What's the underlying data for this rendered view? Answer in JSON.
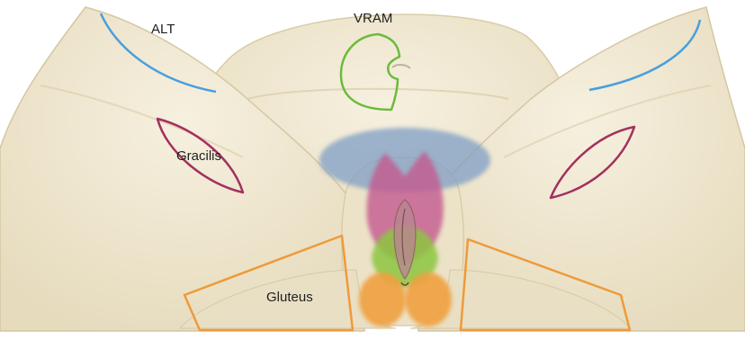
{
  "labels": {
    "alt": "ALT",
    "vram": "VRAM",
    "gracilis": "Gracilis",
    "gluteus": "Gluteus"
  },
  "colors": {
    "background": "#ffffff",
    "skin": "#efe7d1",
    "skin_shadow": "#d8cba7",
    "alt_outline": "#4a9fdc",
    "vram_outline": "#6cbb3c",
    "gracilis_outline": "#a3305f",
    "gluteus_outline": "#ef9a3a",
    "zone_blue": "#7f9fc6",
    "zone_magenta": "#c45a8f",
    "zone_green": "#8cc63f",
    "zone_orange": "#f0a040"
  }
}
